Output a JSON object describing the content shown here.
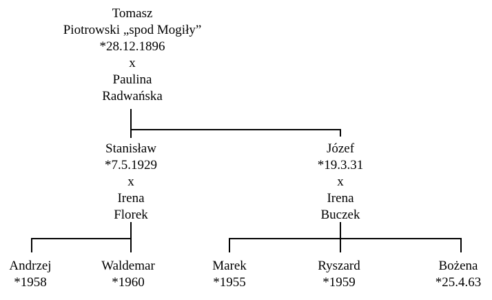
{
  "root": {
    "first_name": "Tomasz",
    "surname": "Piotrowski „spod Mogiły”",
    "birth": "*28.12.1896",
    "marriage": "x",
    "spouse_first": "Paulina",
    "spouse_surname": "Radwańska"
  },
  "children": [
    {
      "name": "Stanisław",
      "birth": "*7.5.1929",
      "marriage": "x",
      "spouse_first": "Irena",
      "spouse_surname": "Florek",
      "children": [
        {
          "name": "Andrzej",
          "birth": "*1958"
        },
        {
          "name": "Waldemar",
          "birth": "*1960"
        }
      ]
    },
    {
      "name": "Józef",
      "birth": "*19.3.31",
      "marriage": "x",
      "spouse_first": "Irena",
      "spouse_surname": "Buczek",
      "children": [
        {
          "name": "Marek",
          "birth": "*1955"
        },
        {
          "name": "Ryszard",
          "birth": "*1959"
        },
        {
          "name": "Bożena",
          "birth": "*25.4.63"
        }
      ]
    }
  ]
}
